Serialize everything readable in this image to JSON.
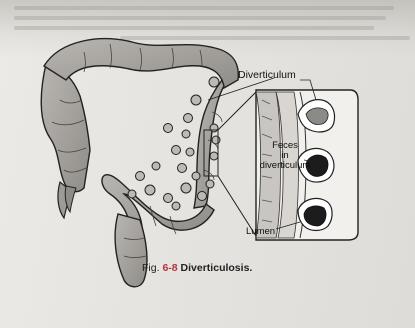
{
  "figure": {
    "labels": {
      "diverticulum": "Diverticulum",
      "feces_line1": "Feces",
      "feces_line2": "in",
      "feces_line3": "diverticulum",
      "lumen": "Lumen"
    },
    "caption_prefix": "Fig.",
    "caption_number": "6-8",
    "caption_title": "Diverticulosis."
  },
  "colors": {
    "page": "#e9e7e3",
    "colon_fill": "#a9a7a2",
    "outline": "#222222",
    "caption_number": "#b7323a"
  }
}
